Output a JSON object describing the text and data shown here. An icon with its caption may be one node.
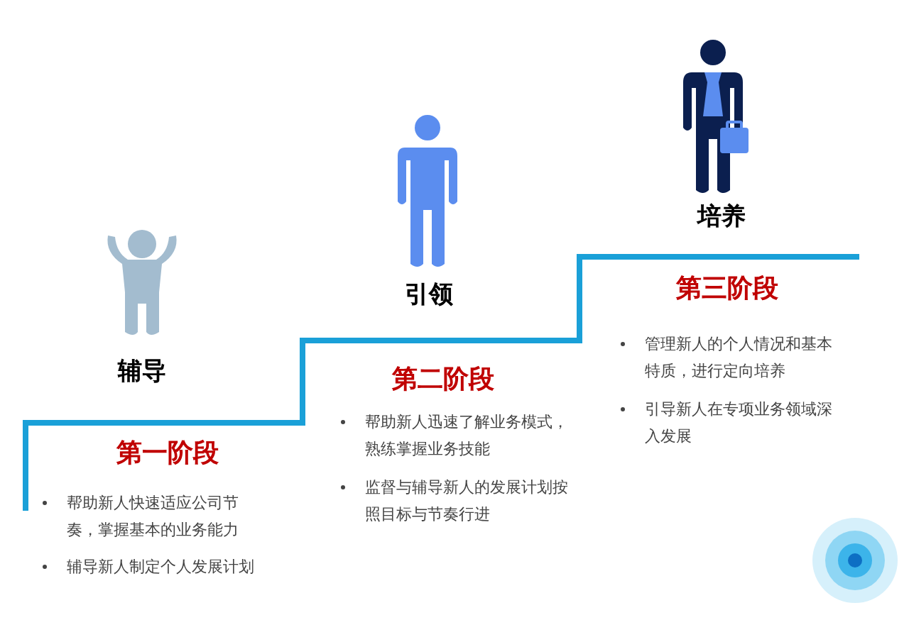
{
  "diagram": {
    "labels": [
      "辅导",
      "第一阶段",
      "帮助新人快速适应公司节奏，掌握基本的业务能力",
      "辅导新人制定个人发展计划",
      "引领",
      "第二阶段",
      "帮助新人迅速了解业务模式，熟练掌握业务技能",
      "监督与辅导新人的发展计划按照目标与节奏行进",
      "培养",
      "第三阶段",
      "管理新人的个人情况和基本特质，进行定向培养",
      "引导新人在专项业务领域深入发展"
    ]
  }
}
